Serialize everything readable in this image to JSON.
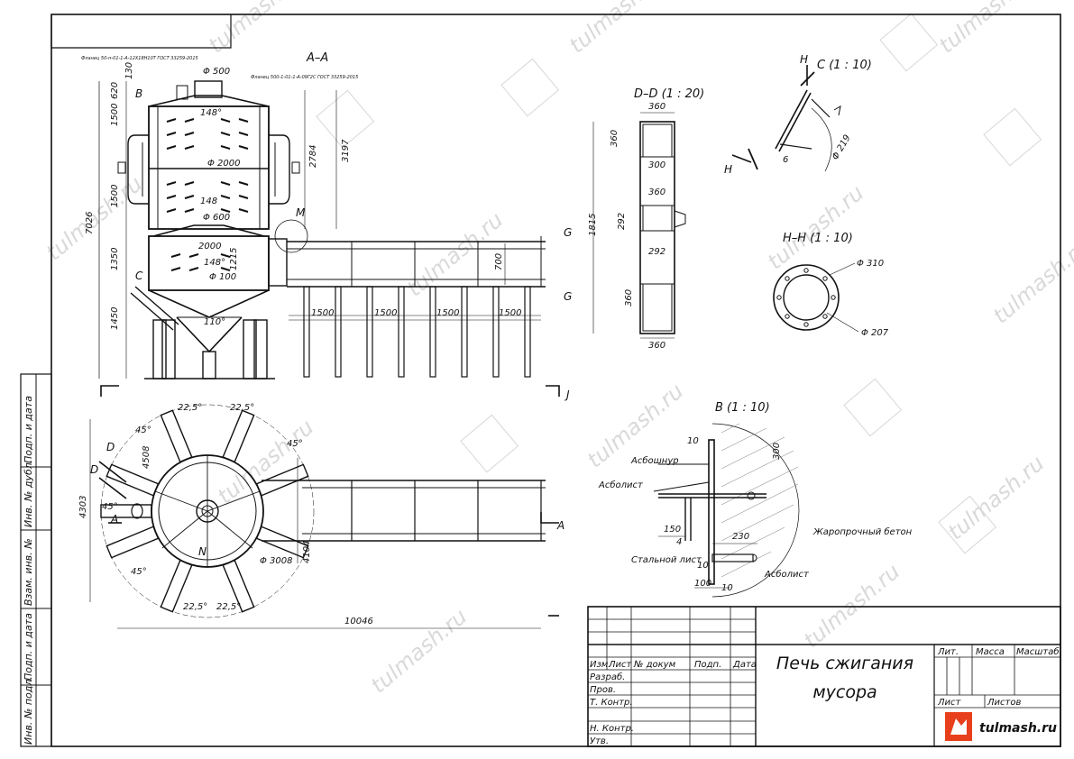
{
  "sheet": {
    "title_line1": "Печь сжигания",
    "title_line2": "мусора",
    "brand_text": "tulmash.ru",
    "watermark": "tulmash.ru"
  },
  "side_stamp": {
    "f1": "Инв. № подл.",
    "f2": "Подп. и дата",
    "f3": "Взам. инв. №",
    "f4": "Инв. № дубл.",
    "f5": "Подп. и дата"
  },
  "title_block": {
    "izm": "Изм.",
    "list": "Лист",
    "ndoc": "№ докум",
    "podp": "Подп.",
    "data": "Дата",
    "razrab": "Разраб.",
    "prov": "Пров.",
    "tkontr": "Т. Контр.",
    "nkontr": "Н. Контр.",
    "utv": "Утв.",
    "lit": "Лит.",
    "massa": "Масса",
    "masshtab": "Масштаб",
    "list2": "Лист",
    "listov": "Листов"
  },
  "views": {
    "aa": "A–A",
    "dd": "D–D (1 : 20)",
    "c": "C (1 : 10)",
    "hh": "H–H (1 : 10)",
    "b": "B (1 : 10)"
  },
  "letters": {
    "B": "B",
    "C": "C",
    "M": "M",
    "G": "G",
    "H": "H",
    "D": "D",
    "A": "A",
    "J": "J",
    "N": "N"
  },
  "notes": {
    "flange1": "Фланец 50-п-01-1-А-12Х18Н10Т ГОСТ 33259-2015",
    "flange2": "Фланец 500-1-01-1-А-09Г2С ГОСТ 33259-2015"
  },
  "materials": {
    "asbocord": "Асбошнур",
    "asbosheet1": "Асболист",
    "concrete": "Жаропрочный бетон",
    "steel": "Стальной лист",
    "asbosheet2": "Асболист"
  },
  "dims": {
    "d500": "Φ 500",
    "d130": "130",
    "d620": "620",
    "d1500a": "1500",
    "d1500b": "1500",
    "d7026": "7026",
    "d1350": "1350",
    "d1450": "1450",
    "d2784": "2784",
    "d3197": "3197",
    "a148a": "148°",
    "a148b": "148",
    "a148c": "148°",
    "d2000a": "Φ 2000",
    "d2000b": "2000",
    "d600": "Φ 600",
    "d1215": "1215",
    "d100": "Φ 100",
    "a110": "110°",
    "d700": "700",
    "s1": "1500",
    "s2": "1500",
    "s3": "1500",
    "s4": "1500",
    "dd360top": "360",
    "dd360a": "360",
    "dd300": "300",
    "dd360b": "360",
    "dd292v": "292",
    "dd292h": "292",
    "dd1815": "1815",
    "dd360c": "360",
    "dd360bot": "360",
    "c6": "6",
    "c219": "Φ 219",
    "h310": "Φ 310",
    "h207": "Φ 207",
    "p225a": "22,5°",
    "p225b": "22,5°",
    "p45a": "45°",
    "p45b": "45°",
    "p45c": "45°",
    "p45d": "45°",
    "p4508": "4508",
    "p4303": "4303",
    "p3008": "Φ 3008",
    "p4104": "4104",
    "p225c": "22,5°",
    "p225d": "22,5°",
    "p10046": "10046",
    "b10a": "10",
    "b300": "300",
    "b150": "150",
    "b4": "4",
    "b230": "230",
    "b10b": "10",
    "b100": "100",
    "b10c": "10"
  }
}
